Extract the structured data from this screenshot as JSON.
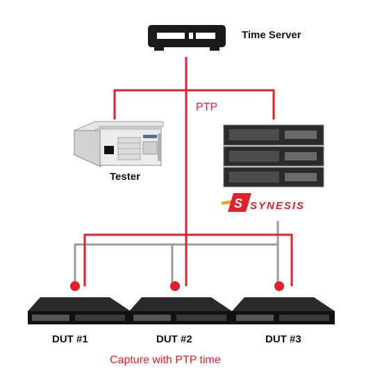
{
  "nodes": {
    "time_server": "Time Server",
    "tester": "Tester",
    "dut1": "DUT #1",
    "dut2": "DUT #2",
    "dut3": "DUT #3"
  },
  "link_label": "PTP",
  "brand_name": "SYNESIS",
  "caption": "Capture with PTP time",
  "colors": {
    "ptp_line": "#e0202a",
    "capture_line": "#9a9a9a",
    "device_dark": "#1a1a1a"
  },
  "icons": [
    "time-server-icon",
    "tester-chassis-icon",
    "synesis-rack-icon",
    "synesis-logo-icon",
    "dut-server-icon"
  ]
}
